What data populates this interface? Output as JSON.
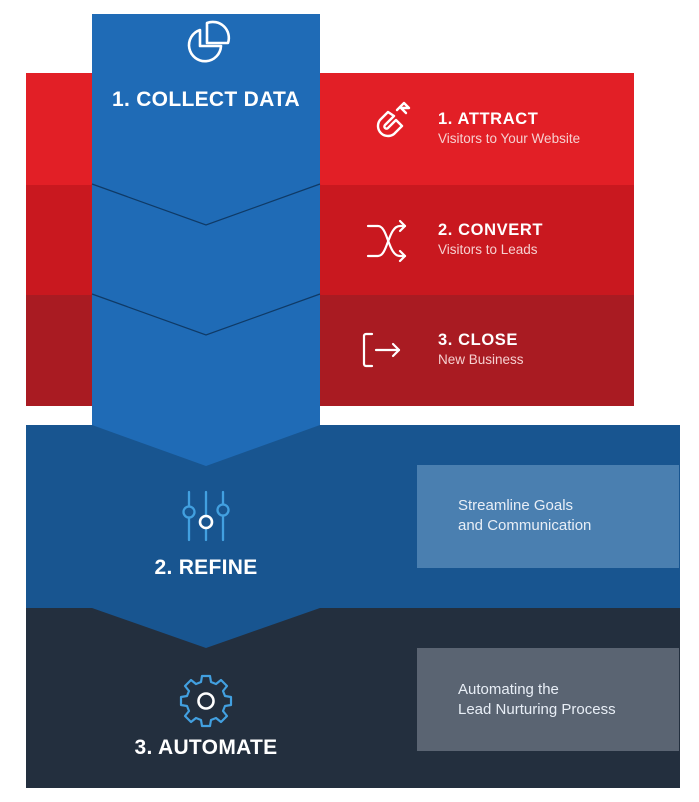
{
  "stages": [
    {
      "id": "collect",
      "title": "1. COLLECT DATA",
      "icon": "pie-chart-icon"
    },
    {
      "id": "refine",
      "title": "2. REFINE",
      "icon": "sliders-icon"
    },
    {
      "id": "automate",
      "title": "3. AUTOMATE",
      "icon": "gear-icon"
    }
  ],
  "funnel_steps": [
    {
      "title": "1. ATTRACT",
      "subtitle": "Visitors to Your Website",
      "icon": "magnet-icon"
    },
    {
      "title": "2. CONVERT",
      "subtitle": "Visitors to Leads",
      "icon": "shuffle-icon"
    },
    {
      "title": "3. CLOSE",
      "subtitle": "New Business",
      "icon": "sign-in-icon"
    }
  ],
  "boxes": {
    "refine": {
      "line1": "Streamline Goals",
      "line2": "and Communication"
    },
    "automate": {
      "line1": "Automating the",
      "line2": "Lead Nurturing Process"
    }
  },
  "colors": {
    "red_1": "#e21f26",
    "red_2": "#c9181f",
    "red_3": "#a91b22",
    "blue_arrow": "#1f6bb6",
    "refine_band": "#185590",
    "automate_band": "#232f3e",
    "refine_box": "#4a7fb0",
    "automate_box": "#5a6472",
    "icon_blue": "#42a0e0"
  }
}
